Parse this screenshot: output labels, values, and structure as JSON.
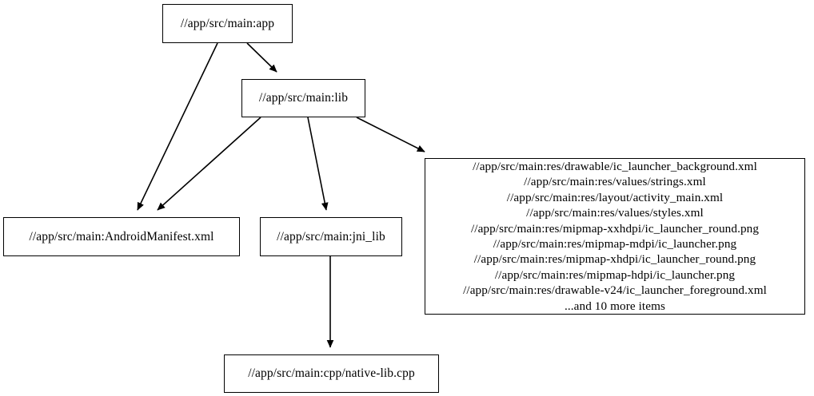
{
  "graph": {
    "type": "directed-acyclic-graph",
    "background_color": "#ffffff",
    "node_border_color": "#000000",
    "edge_color": "#000000",
    "text_color": "#000000",
    "nodes": [
      {
        "id": "app",
        "label": "//app/src/main:app"
      },
      {
        "id": "lib",
        "label": "//app/src/main:lib"
      },
      {
        "id": "manifest",
        "label": "//app/src/main:AndroidManifest.xml"
      },
      {
        "id": "jni_lib",
        "label": "//app/src/main:jni_lib"
      },
      {
        "id": "native",
        "label": "//app/src/main:cpp/native-lib.cpp"
      }
    ],
    "res_node": {
      "id": "res_files",
      "lines": [
        "//app/src/main:res/drawable/ic_launcher_background.xml",
        "//app/src/main:res/values/strings.xml",
        "//app/src/main:res/layout/activity_main.xml",
        "//app/src/main:res/values/styles.xml",
        "//app/src/main:res/mipmap-xxhdpi/ic_launcher_round.png",
        "//app/src/main:res/mipmap-mdpi/ic_launcher.png",
        "//app/src/main:res/mipmap-xhdpi/ic_launcher_round.png",
        "//app/src/main:res/mipmap-hdpi/ic_launcher.png",
        "//app/src/main:res/drawable-v24/ic_launcher_foreground.xml",
        "...and 10 more items"
      ]
    },
    "edges": [
      {
        "from": "app",
        "to": "manifest"
      },
      {
        "from": "app",
        "to": "lib"
      },
      {
        "from": "lib",
        "to": "manifest"
      },
      {
        "from": "lib",
        "to": "jni_lib"
      },
      {
        "from": "lib",
        "to": "res_files"
      },
      {
        "from": "jni_lib",
        "to": "native"
      }
    ]
  }
}
